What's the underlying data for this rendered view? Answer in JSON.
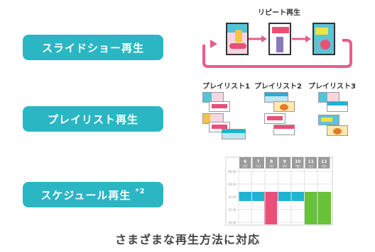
{
  "modes": {
    "slideshow": "スライドショー再生",
    "playlist": "プレイリスト再生",
    "schedule": "スケジュール再生",
    "schedule_note": "*2"
  },
  "repeat_label": "リピート再生",
  "playlists": [
    "プレイリスト1",
    "プレイリスト2",
    "プレイリスト3"
  ],
  "schedule": {
    "columns": [
      {
        "day": "6",
        "dow": "(月)"
      },
      {
        "day": "7",
        "dow": "(火)"
      },
      {
        "day": "8",
        "dow": "(水)"
      },
      {
        "day": "9",
        "dow": "(木)"
      },
      {
        "day": "10",
        "dow": "(金)"
      },
      {
        "day": "11",
        "dow": "(土)"
      },
      {
        "day": "12",
        "dow": "(日)"
      }
    ],
    "times": [
      "06:00",
      "09:00",
      "12:00",
      "15:00",
      "18:00"
    ]
  },
  "caption": "さまざまな再生方法に対応",
  "colors": {
    "pill": "#2bb6c4",
    "arrow": "#e85c8f",
    "sched_blue": "#1fb3d1",
    "sched_pink": "#e94f77",
    "sched_green": "#67c23a"
  }
}
